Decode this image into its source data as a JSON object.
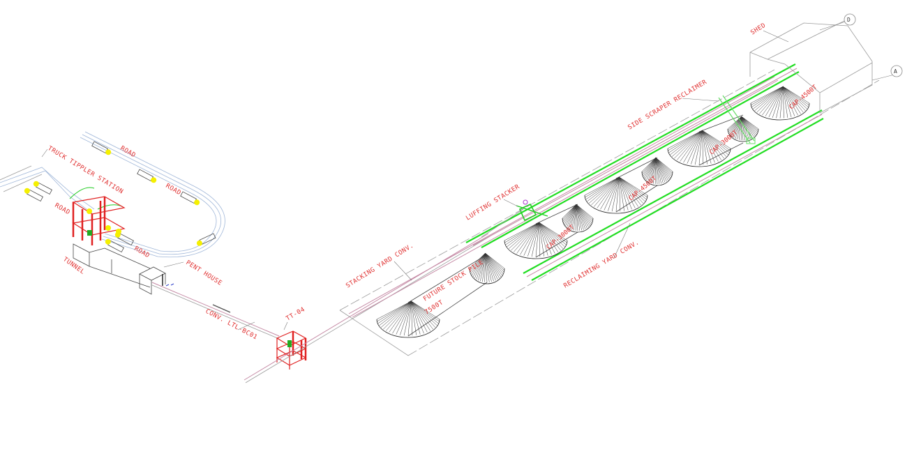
{
  "drawing": {
    "labels": {
      "truck_tippler_station": "TRUCK TIPPLER STATION",
      "road_1": "ROAD",
      "road_2": "ROAD",
      "road_3": "ROAD",
      "road_4": "ROAD",
      "tunnel": "TUNNEL",
      "pent_house": "PENT HOUSE",
      "conveyor": "CONV. LTL-BC01",
      "transfer_tower": "TT-04",
      "stacking_yard_conv": "STACKING YARD CONV.",
      "future_stock_pile": "FUTURE STOCK PILE",
      "future_capacity": "7500T",
      "luffing_stacker": "LUFFING STACKER",
      "reclaiming_yard_conv": "RECLAIMING YARD CONV.",
      "side_scraper_reclaimer": "SIDE SCRAPER RECLAIMER",
      "shed": "SHED"
    },
    "piles": [
      {
        "label": "CAP-3000T"
      },
      {
        "label": "CAP-4500T"
      },
      {
        "label": "CAP-3000T"
      },
      {
        "label": "CAP-4500T"
      }
    ],
    "grid_markers": [
      "D",
      "A"
    ],
    "colors": {
      "label": "#e03030",
      "rail": "#22dd22",
      "structure": "#e02020",
      "cab": "#f5f000"
    }
  }
}
